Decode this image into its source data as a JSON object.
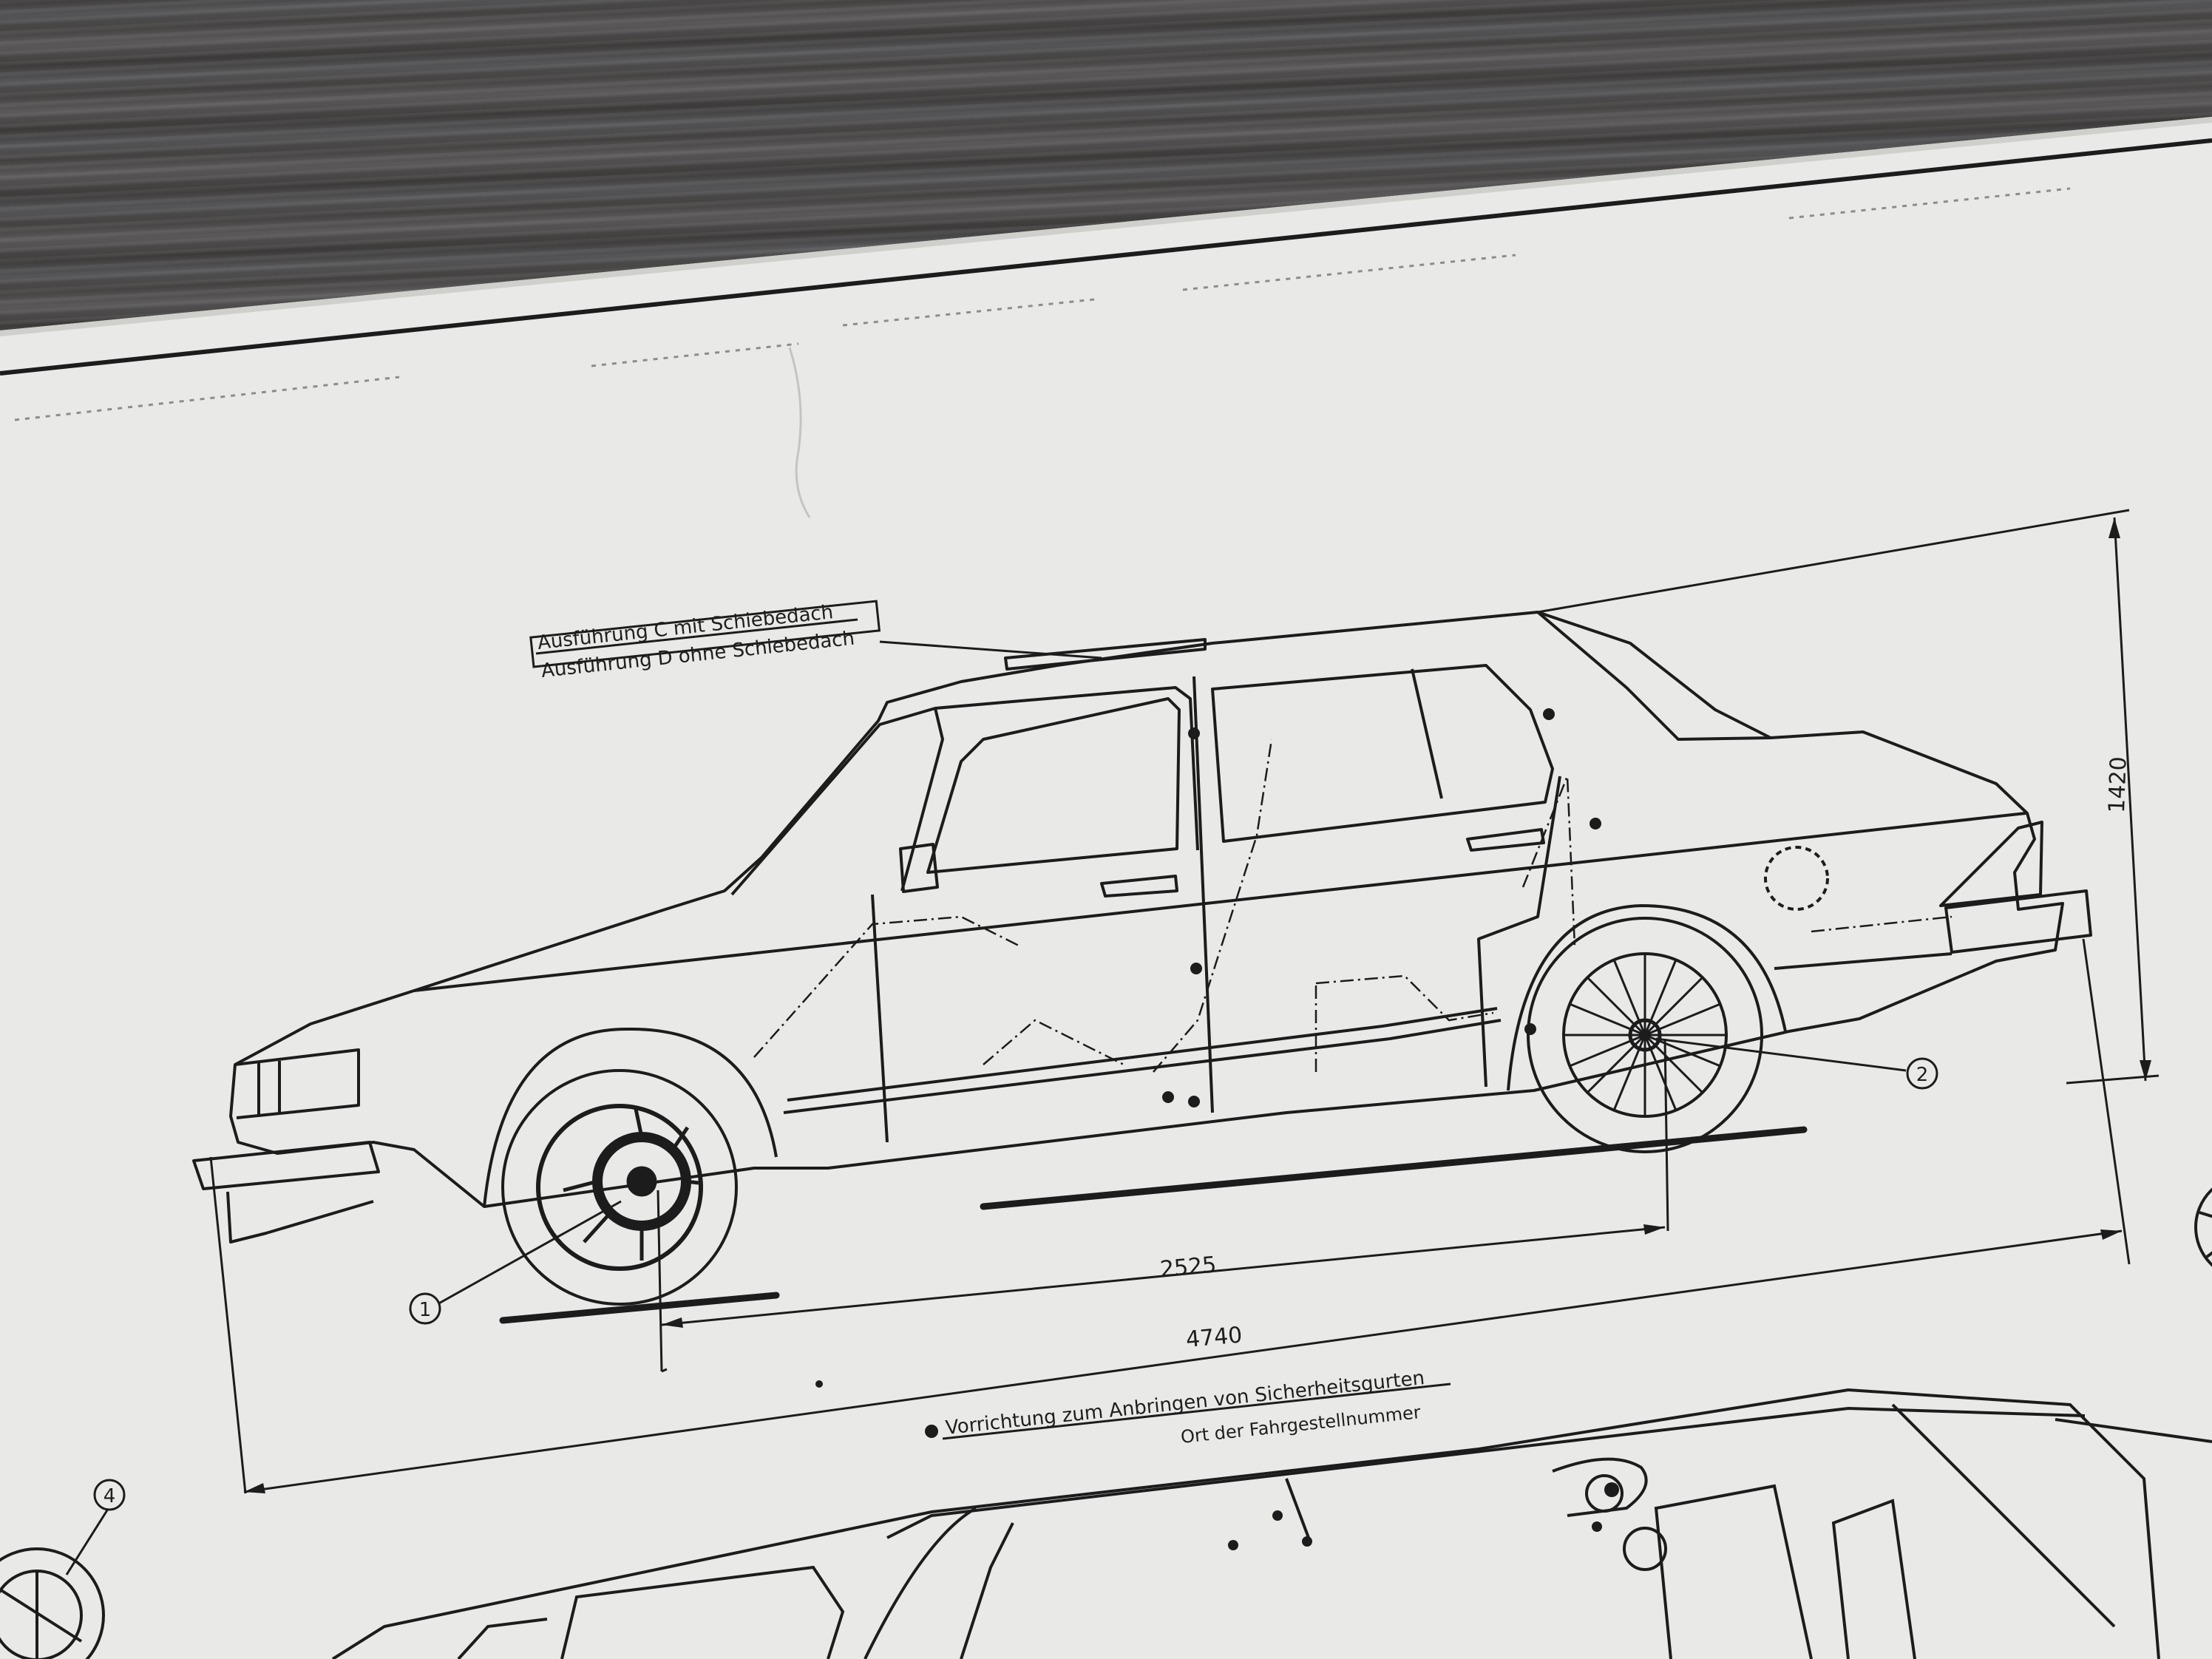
{
  "drawing": {
    "colors": {
      "wood": "#4d4b4a",
      "paper": "#e9e9e7",
      "ink": "#1c1c1c"
    },
    "sunroof_note_c": "Ausführung C mit Schiebedach",
    "sunroof_note_d": "Ausführung D ohne Schiebedach",
    "dimension_height": "1420",
    "dimension_wheelbase": "2525",
    "dimension_length": "4740",
    "legend_seatbelt": "Vorrichtung zum Anbringen von Sicherheitsgurten",
    "legend_vin": "Ort der Fahrgestellnummer",
    "callouts": [
      "1",
      "2",
      "4"
    ]
  }
}
